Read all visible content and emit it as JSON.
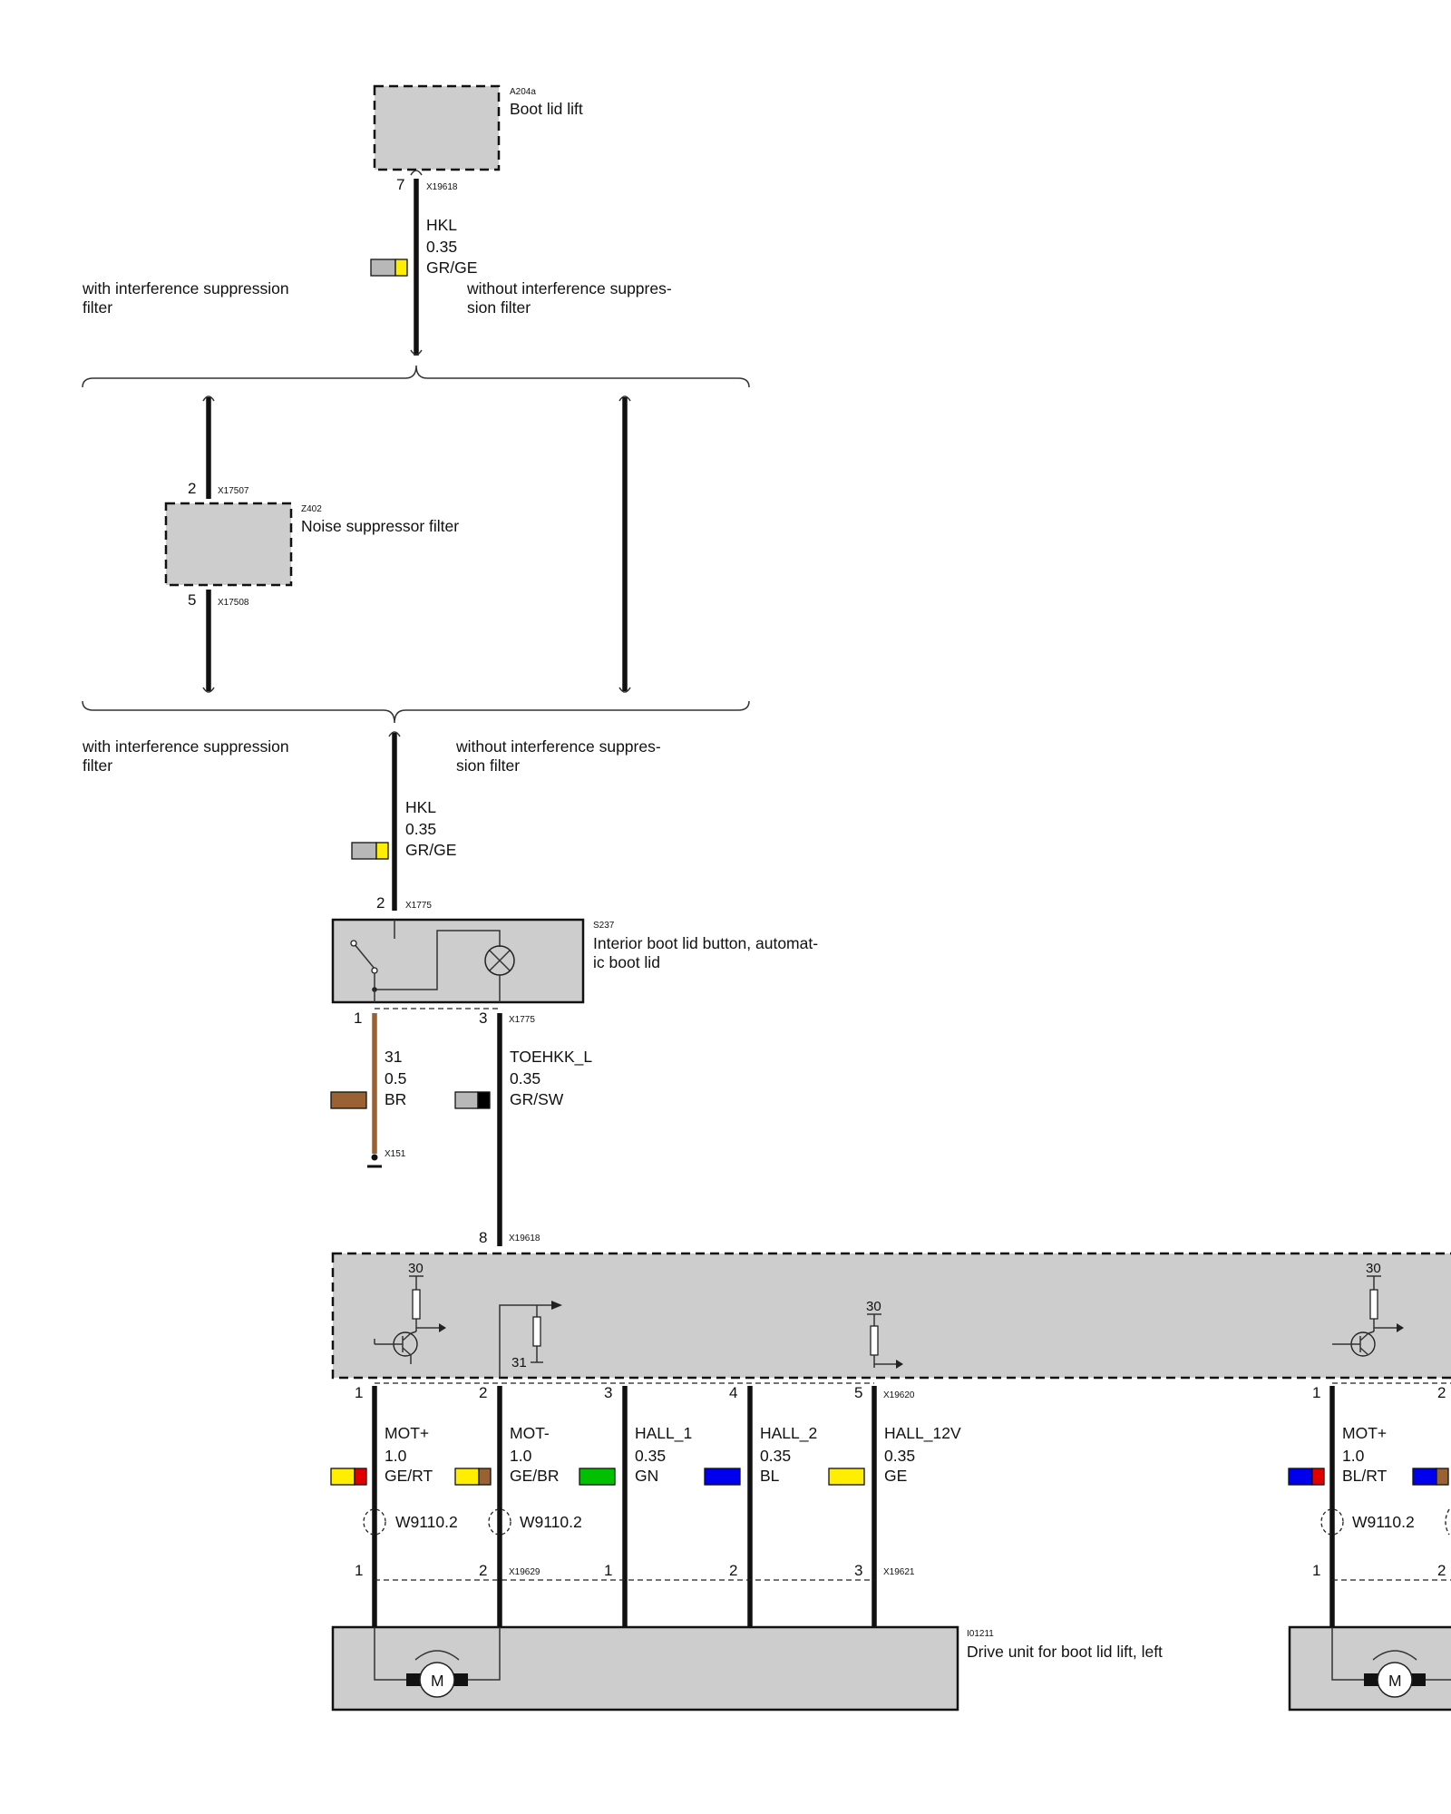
{
  "colors": {
    "GR": "#b8b8b8",
    "GE": "#ffee00",
    "BR": "#9a6232",
    "SW": "#000000",
    "RT": "#e00000",
    "GN": "#00c000",
    "BL": "#0000ee",
    "box": "#cdcdcd"
  },
  "components": {
    "boot_lid_lift": {
      "code": "A204a",
      "name": "Boot lid lift",
      "connector": "X19618",
      "pin": "7"
    },
    "noise_filter": {
      "code": "Z402",
      "name": "Noise suppressor filter",
      "connector_in": "X17507",
      "pin_in": "2",
      "connector_out": "X17508",
      "pin_out": "5"
    },
    "boot_button": {
      "code": "S237",
      "name_line1": "Interior boot lid button, automat-",
      "name_line2": "ic boot lid",
      "connector_top": "X1775",
      "pin_top": "2",
      "connector_bottom": "X1775",
      "pin_left": "1",
      "pin_right": "3",
      "ground_connector": "X151"
    },
    "control_unit": {
      "connector": "X19618",
      "pin": "8",
      "supply_left": "30",
      "supply_mid": "30",
      "supply_right": "30",
      "ground": "31",
      "output_connector": "X19620",
      "pins": [
        "1",
        "2",
        "3",
        "4",
        "5"
      ],
      "right_pins": [
        "1",
        "2"
      ]
    },
    "drive_unit": {
      "code": "I01211",
      "name": "Drive unit for boot lid lift, left",
      "connector_a": "X19629",
      "pins_a": [
        "1",
        "2"
      ],
      "connector_b": "X19621",
      "pins_b": [
        "1",
        "2",
        "3"
      ],
      "right_pins": [
        "1",
        "2"
      ],
      "motor_symbol": "M"
    }
  },
  "branches": {
    "top_with": [
      "with interference suppression",
      "filter"
    ],
    "top_without": [
      "without interference suppres-",
      "sion filter"
    ],
    "bottom_with": [
      "with interference suppression",
      "filter"
    ],
    "bottom_without": [
      "without interference suppres-",
      "sion filter"
    ]
  },
  "wires": {
    "hkl_top": {
      "signal": "HKL",
      "size": "0.35",
      "color": "GR/GE"
    },
    "hkl_bottom": {
      "signal": "HKL",
      "size": "0.35",
      "color": "GR/GE"
    },
    "ground": {
      "signal": "31",
      "size": "0.5",
      "color": "BR"
    },
    "toehkk": {
      "signal": "TOEHKK_L",
      "size": "0.35",
      "color": "GR/SW"
    },
    "mot_plus": {
      "signal": "MOT+",
      "size": "1.0",
      "color": "GE/RT",
      "shield": "W9110.2"
    },
    "mot_minus": {
      "signal": "MOT-",
      "size": "1.0",
      "color": "GE/BR",
      "shield": "W9110.2"
    },
    "hall_1": {
      "signal": "HALL_1",
      "size": "0.35",
      "color": "GN"
    },
    "hall_2": {
      "signal": "HALL_2",
      "size": "0.35",
      "color": "BL"
    },
    "hall_12v": {
      "signal": "HALL_12V",
      "size": "0.35",
      "color": "GE"
    },
    "mot_plus_right": {
      "signal": "MOT+",
      "size": "1.0",
      "color": "BL/RT",
      "shield": "W9110.2"
    }
  }
}
